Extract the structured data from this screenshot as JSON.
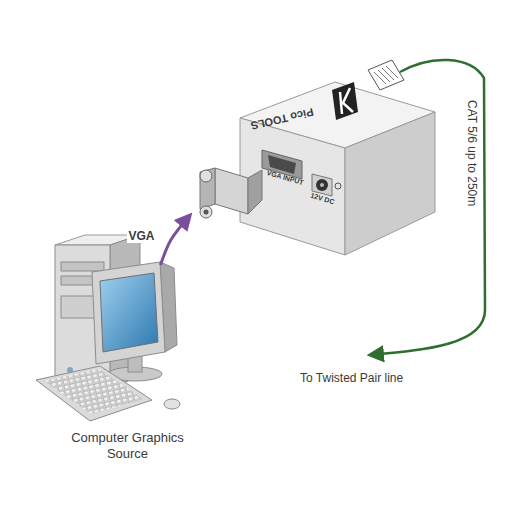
{
  "diagram": {
    "nodes": [
      {
        "text": [
          "Computer Graphics Source"
        ]
      },
      {
        "text": [
          "Pico TOOLS",
          "VGA INPUT",
          "12V DC"
        ]
      }
    ],
    "edges": [
      {
        "from": 0,
        "to": 1,
        "arrow": "to",
        "label": "VGA"
      }
    ],
    "labels": [
      "CAT 5/6 up to 250m",
      "To Twisted Pair line"
    ]
  }
}
